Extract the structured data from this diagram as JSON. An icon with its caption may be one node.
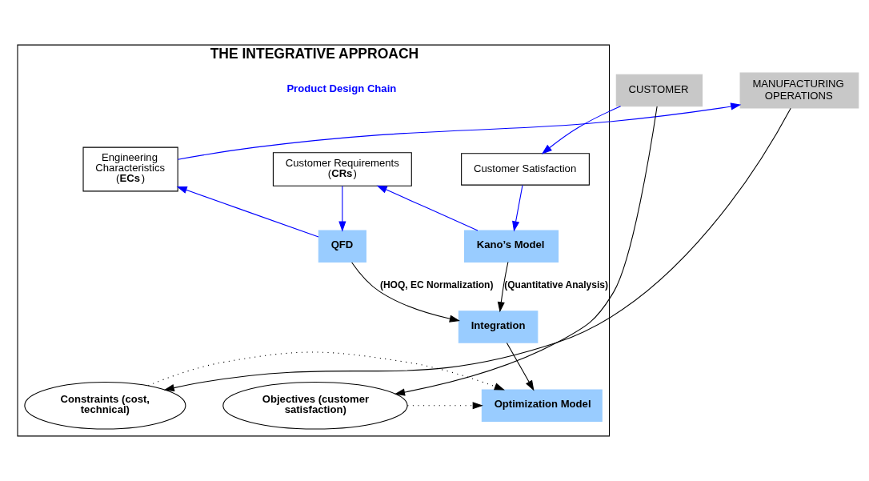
{
  "diagram": {
    "nodes": [
      {
        "text": [
          "THE INTEGRATIVE APPROACH"
        ]
      },
      {
        "text": [
          "CUSTOMER"
        ]
      },
      {
        "text": [
          "Customer Satisfaction"
        ],
        "in": 0
      },
      {
        "text": [
          "Customer Requirements (**CRs**)"
        ],
        "in": 0
      },
      {
        "text": [
          "Engineering Characteristics (**ECs**)"
        ],
        "in": 0
      },
      {
        "text": [
          "MANUFACTURING OPERATIONS"
        ]
      },
      {
        "text": [
          "Kano’s Model"
        ],
        "in": 0
      },
      {
        "text": [
          "QFD"
        ],
        "in": 0
      },
      {
        "text": [
          "Integration"
        ],
        "in": 0
      },
      {
        "text": [
          "Objectives (customer satisfaction)"
        ],
        "in": 0
      },
      {
        "text": [
          "Optimization Model"
        ],
        "in": 0
      },
      {
        "text": [
          "Constraints (cost, technical)"
        ],
        "in": 0
      }
    ],
    "edges": [
      {
        "from": 1,
        "to": 2,
        "arrow": "to",
        "color": "#0000ff"
      },
      {
        "from": 2,
        "to": 6,
        "arrow": "to",
        "color": "#0000ff"
      },
      {
        "from": 6,
        "to": 3,
        "arrow": "to",
        "color": "#0000ff"
      },
      {
        "from": 3,
        "to": 7,
        "arrow": "to",
        "color": "#0000ff"
      },
      {
        "from": 7,
        "to": 4,
        "arrow": "to",
        "color": "#0000ff"
      },
      {
        "from": 4,
        "to": 5,
        "arrow": "to",
        "color": "#0000ff"
      },
      {
        "from": 6,
        "to": 8,
        "arrow": "to",
        "label": "(Quantitative Analysis)"
      },
      {
        "from": 7,
        "to": 8,
        "arrow": "to",
        "label": "(HOQ, EC Normalization)"
      },
      {
        "from": 8,
        "to": 10,
        "arrow": "to"
      },
      {
        "from": 9,
        "to": 10,
        "arrow": "to",
        "style": "dashed"
      },
      {
        "from": 11,
        "to": 10,
        "arrow": "to",
        "style": "dashed"
      },
      {
        "from": 1,
        "to": 9,
        "arrow": "to"
      },
      {
        "from": 5,
        "to": 11,
        "arrow": "to"
      }
    ],
    "labels": [
      "Product Design Chain"
    ]
  }
}
